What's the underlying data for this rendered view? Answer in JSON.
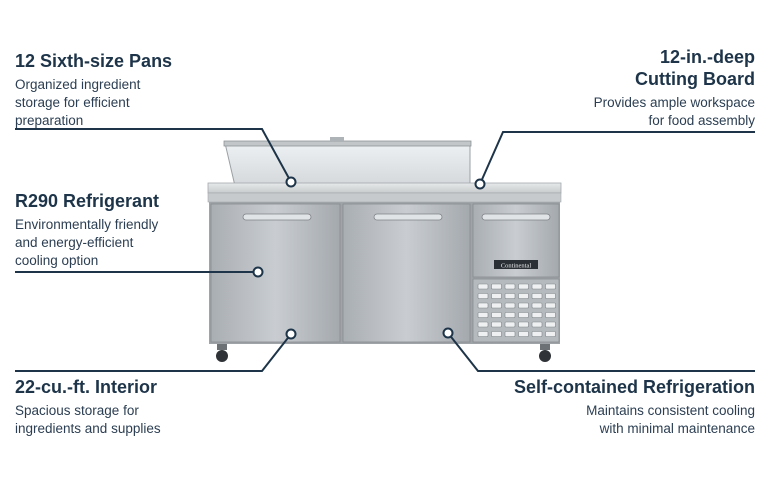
{
  "features": [
    {
      "title": "12 Sixth-size Pans",
      "desc": [
        "Organized ingredient",
        "storage for efficient",
        "preparation"
      ]
    },
    {
      "title": "R290 Refrigerant",
      "desc": [
        "Environmentally friendly",
        "and energy-efficient",
        "cooling option"
      ]
    },
    {
      "title": "22-cu.-ft. Interior",
      "desc": [
        "Spacious storage for",
        "ingredients and supplies"
      ]
    },
    {
      "title_lines": [
        "12-in.-deep",
        "Cutting Board"
      ],
      "desc": [
        "Provides ample workspace",
        "for food assembly"
      ]
    },
    {
      "title": "Self-contained Refrigeration",
      "desc": [
        "Maintains consistent cooling",
        "with minimal maintenance"
      ]
    }
  ],
  "product": {
    "brand_badge": "Continental"
  },
  "colors": {
    "navy": "#1d3449",
    "steel": "#b9bdc1",
    "steel_dark": "#8e9398"
  }
}
